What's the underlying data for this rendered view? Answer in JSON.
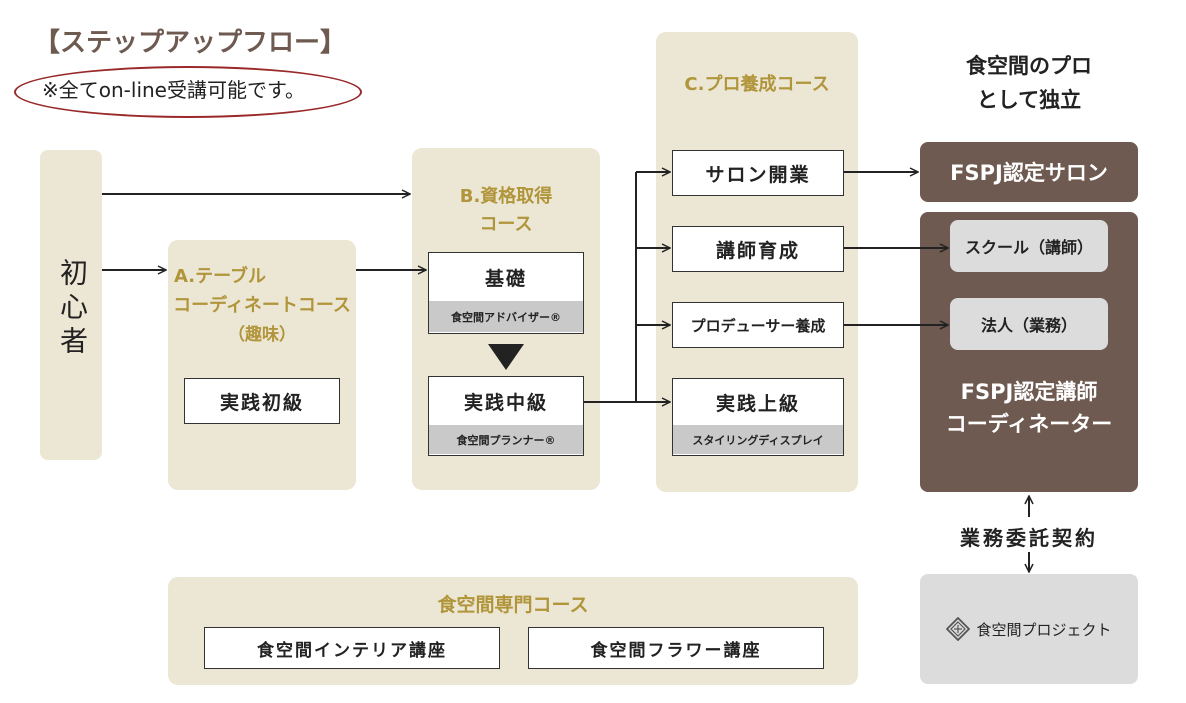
{
  "header": {
    "title": "【ステップアップフロー】",
    "note": "※全てon-line受講可能です。"
  },
  "beginner": {
    "label": "初心者"
  },
  "course_a": {
    "title_1": "A.テーブル",
    "title_2": "コーディネートコース",
    "title_3": "（趣味）",
    "box": "実践初級"
  },
  "course_b": {
    "title_1": "B.資格取得",
    "title_2": "コース",
    "basic": "基礎",
    "basic_sub": "食空間アドバイザー®",
    "mid": "実践中級",
    "mid_sub": "食空間プランナー®"
  },
  "course_c": {
    "title": "C.プロ養成コース",
    "salon": "サロン開業",
    "lecturer": "講師育成",
    "producer": "プロデューサー養成",
    "advanced": "実践上級",
    "advanced_sub": "スタイリングディスプレイ"
  },
  "independence": {
    "title_1": "食空間のプロ",
    "title_2": "として独立",
    "salon": "FSPJ認定サロン",
    "school": "スクール（講師）",
    "corporate": "法人（業務）",
    "coordinator_1": "FSPJ認定講師",
    "coordinator_2": "コーディネーター"
  },
  "contract": {
    "label": "業務委託契約"
  },
  "project": {
    "name": "食空間プロジェクト",
    "logo_icon": "diamond-logo-icon"
  },
  "specialty": {
    "title": "食空間専門コース",
    "interior": "食空間インテリア講座",
    "flower": "食空間フラワー講座"
  },
  "colors": {
    "beige": "#ece6d4",
    "gold": "#b0953a",
    "brown": "#6e5a50",
    "note_oval": "#9a2a2a"
  }
}
